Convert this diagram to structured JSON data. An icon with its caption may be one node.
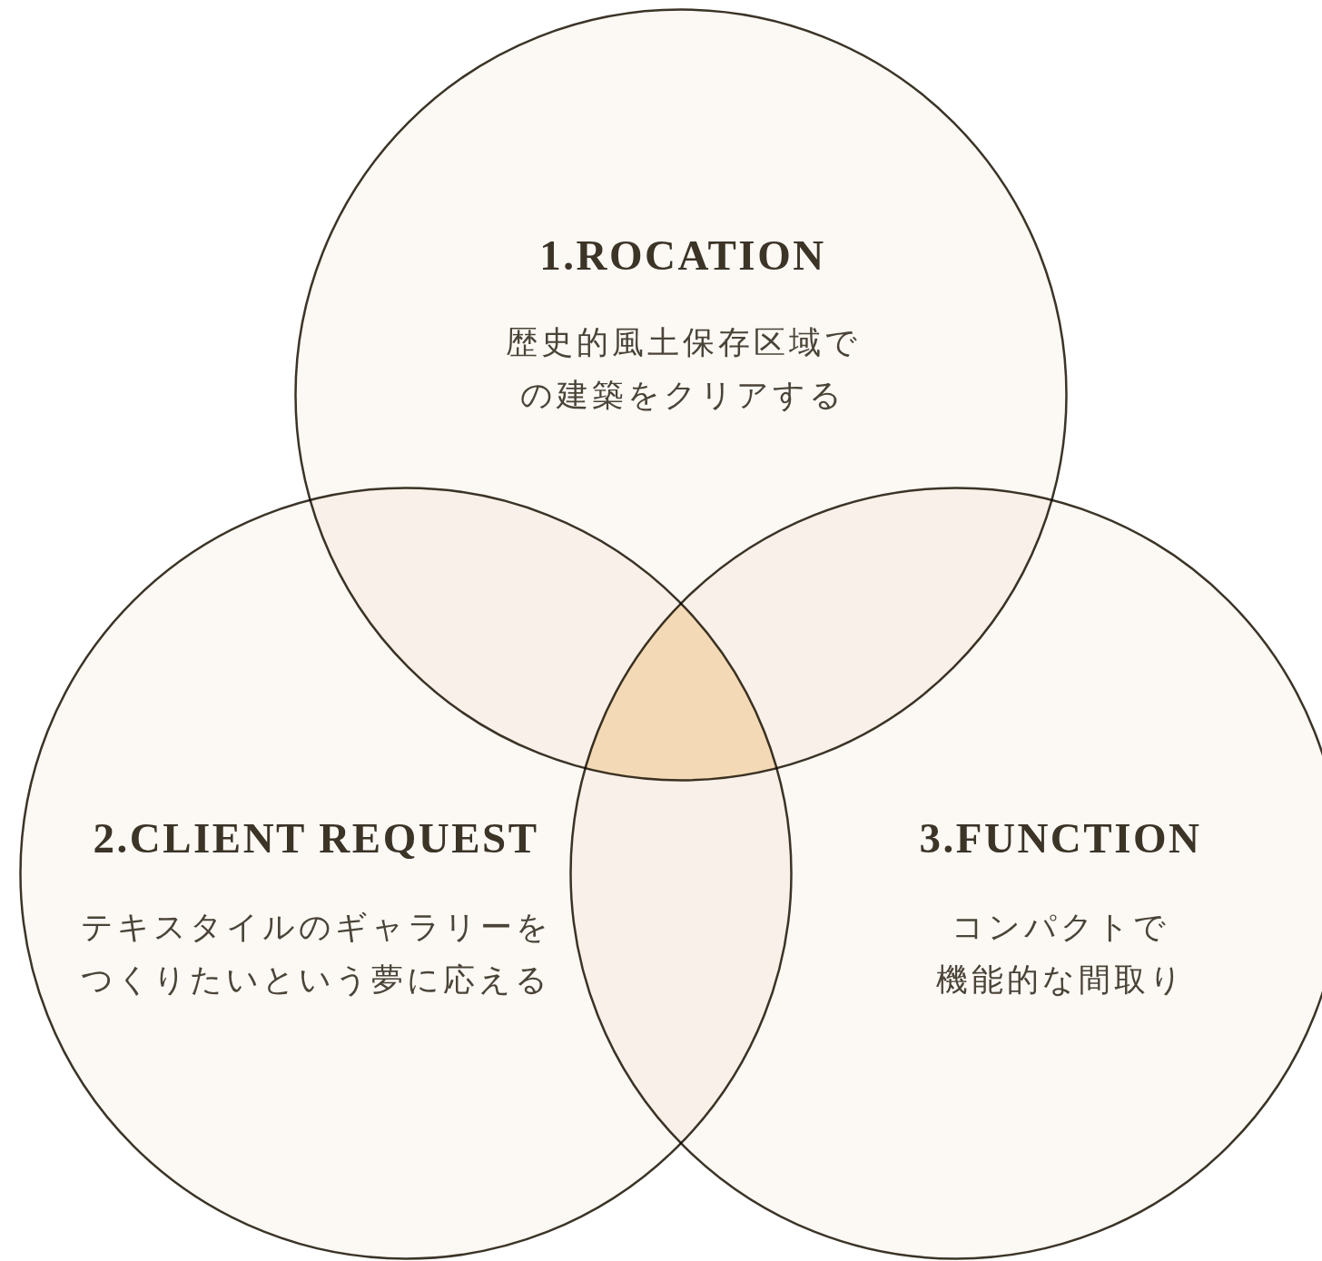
{
  "diagram": {
    "nodes": [
      {
        "text": [
          "1.ROCATION",
          "歴史的風土保存区域での建築をクリアする"
        ]
      },
      {
        "text": [
          "2.CLIENT REQUEST",
          "テキスタイルのギャラリーをつくりたいという夢に応える"
        ]
      },
      {
        "text": [
          "3.FUNCTION",
          "コンパクトで機能的な間取り"
        ]
      }
    ],
    "edges": []
  }
}
